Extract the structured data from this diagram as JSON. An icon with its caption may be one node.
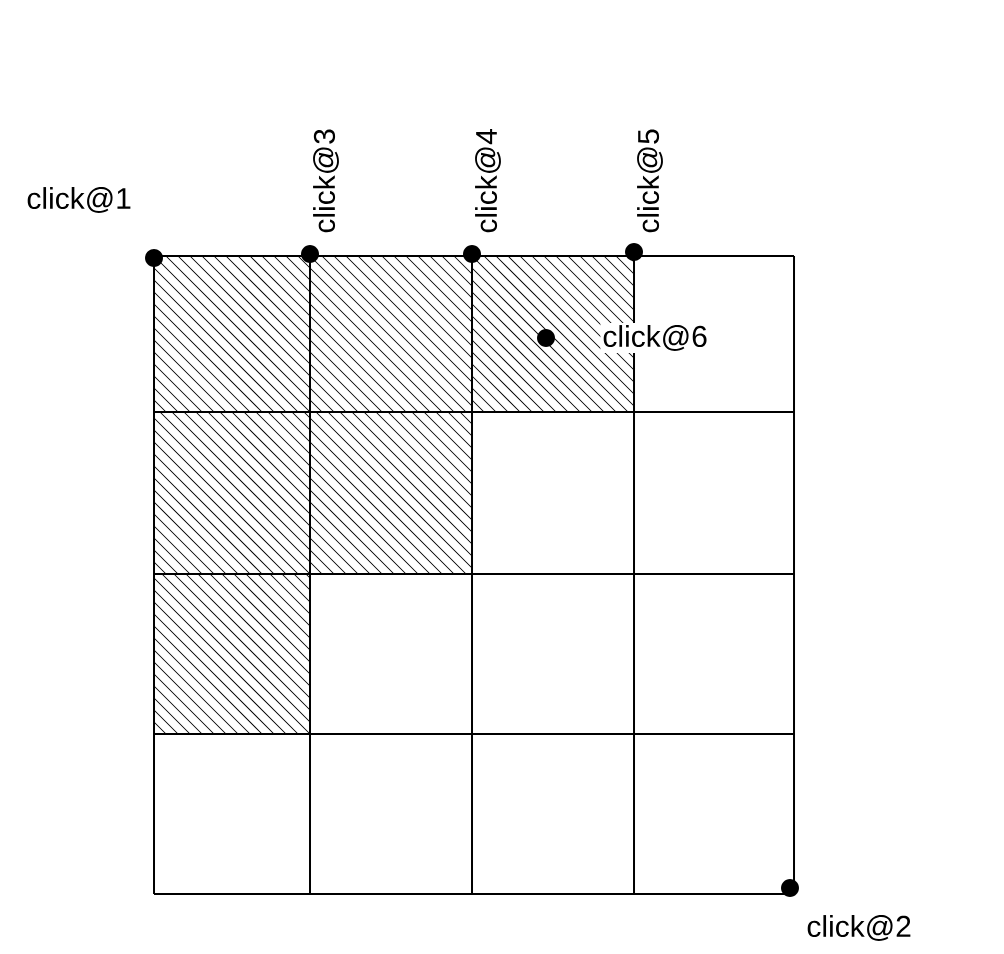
{
  "diagram": {
    "labels": [
      "click@3",
      "click@4",
      "click@5",
      "click@1",
      "click@6",
      "click@2"
    ]
  }
}
